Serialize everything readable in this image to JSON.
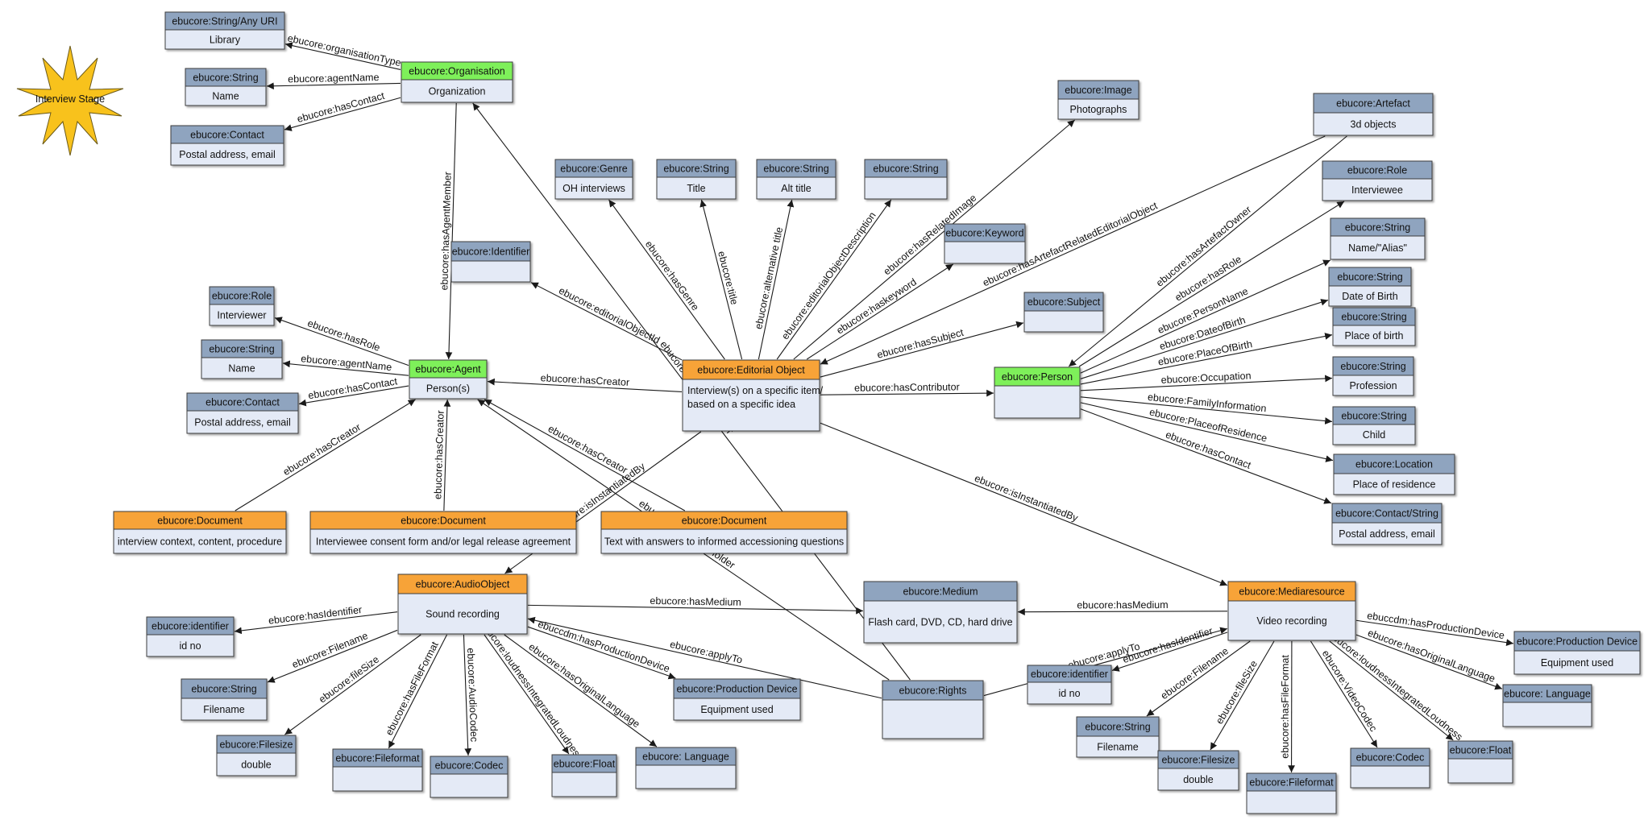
{
  "star": {
    "label": "Interview Stage"
  },
  "nodes": [
    {
      "id": "org",
      "title": "ebucore:Organisation",
      "body": "Organization",
      "kind": "green"
    },
    {
      "id": "agent",
      "title": "ebucore:Agent",
      "body": "Person(s)",
      "kind": "green"
    },
    {
      "id": "eo",
      "title": "ebucore:Editorial Object",
      "body": "Interview(s) on a specific item/\nbased on a specific idea",
      "kind": "orange"
    },
    {
      "id": "person",
      "title": "ebucore:Person",
      "body": "",
      "kind": "green"
    },
    {
      "id": "audio",
      "title": "ebucore:AudioObject",
      "body": "Sound recording",
      "kind": "orange"
    },
    {
      "id": "media",
      "title": "ebucore:Mediaresource",
      "body": "Video recording",
      "kind": "orange"
    },
    {
      "id": "medium",
      "title": "ebucore:Medium",
      "body": "Flash card, DVD, CD, hard drive",
      "kind": "blue"
    },
    {
      "id": "rights",
      "title": "ebucore:Rights",
      "body": "",
      "kind": "blue"
    },
    {
      "id": "doc1",
      "title": "ebucore:Document",
      "body": "interview context, content, procedure",
      "kind": "orange"
    },
    {
      "id": "doc2",
      "title": "ebucore:Document",
      "body": "Interviewee consent form and/or legal release agreement",
      "kind": "orange"
    },
    {
      "id": "doc3",
      "title": "ebucore:Document",
      "body": "Text with answers to informed accessioning questions",
      "kind": "orange"
    },
    {
      "id": "libr",
      "title": "ebucore:String/Any URI",
      "body": "Library",
      "kind": "blue"
    },
    {
      "id": "orgname",
      "title": "ebucore:String",
      "body": "Name",
      "kind": "blue"
    },
    {
      "id": "orgcontact",
      "title": "ebucore:Contact",
      "body": "Postal address, email",
      "kind": "blue"
    },
    {
      "id": "agrole",
      "title": "ebucore:Role",
      "body": "Interviewer",
      "kind": "blue"
    },
    {
      "id": "agname",
      "title": "ebucore:String",
      "body": "Name",
      "kind": "blue"
    },
    {
      "id": "agcontact",
      "title": "ebucore:Contact",
      "body": "Postal address, email",
      "kind": "blue"
    },
    {
      "id": "ident",
      "title": "ebucore:Identifier",
      "body": "",
      "kind": "blue"
    },
    {
      "id": "genre",
      "title": "ebucore:Genre",
      "body": "OH interviews",
      "kind": "blue"
    },
    {
      "id": "title",
      "title": "ebucore:String",
      "body": "Title",
      "kind": "blue"
    },
    {
      "id": "alttitle",
      "title": "ebucore:String",
      "body": "Alt title",
      "kind": "blue"
    },
    {
      "id": "descr",
      "title": "ebucore:String",
      "body": "",
      "kind": "blue"
    },
    {
      "id": "keyword",
      "title": "ebucore:Keyword",
      "body": "",
      "kind": "blue"
    },
    {
      "id": "image",
      "title": "ebucore:Image",
      "body": "Photographs",
      "kind": "blue"
    },
    {
      "id": "subject",
      "title": "ebucore:Subject",
      "body": "",
      "kind": "blue"
    },
    {
      "id": "artefact",
      "title": "ebucore:Artefact",
      "body": "3d objects",
      "kind": "blue"
    },
    {
      "id": "prole",
      "title": "ebucore:Role",
      "body": "Interviewee",
      "kind": "blue"
    },
    {
      "id": "pname",
      "title": "ebucore:String",
      "body": "Name/\"Alias\"",
      "kind": "blue"
    },
    {
      "id": "pdob",
      "title": "ebucore:String",
      "body": "Date of Birth",
      "kind": "blue"
    },
    {
      "id": "ppob",
      "title": "ebucore:String",
      "body": "Place of birth",
      "kind": "blue"
    },
    {
      "id": "pprof",
      "title": "ebucore:String",
      "body": "Profession",
      "kind": "blue"
    },
    {
      "id": "pchild",
      "title": "ebucore:String",
      "body": "Child",
      "kind": "blue"
    },
    {
      "id": "ploc",
      "title": "ebucore:Location",
      "body": "Place of residence",
      "kind": "blue"
    },
    {
      "id": "pcontact",
      "title": "ebucore:Contact/String",
      "body": "Postal address, email",
      "kind": "blue"
    },
    {
      "id": "aident",
      "title": "ebucore:identifier",
      "body": "id no",
      "kind": "blue"
    },
    {
      "id": "afname",
      "title": "ebucore:String",
      "body": "Filename",
      "kind": "blue"
    },
    {
      "id": "afsize",
      "title": "ebucore:Filesize",
      "body": "double",
      "kind": "blue"
    },
    {
      "id": "affmt",
      "title": "ebucore:Fileformat",
      "body": "",
      "kind": "blue"
    },
    {
      "id": "acodec",
      "title": "ebucore:Codec",
      "body": "",
      "kind": "blue"
    },
    {
      "id": "afloat",
      "title": "ebucore:Float",
      "body": "",
      "kind": "blue"
    },
    {
      "id": "alang",
      "title": "ebucore: Language",
      "body": "",
      "kind": "blue"
    },
    {
      "id": "aprod",
      "title": "ebucore:Production Device",
      "body": "Equipment used",
      "kind": "blue"
    },
    {
      "id": "mident",
      "title": "ebucore:identifier",
      "body": "id no",
      "kind": "blue"
    },
    {
      "id": "mfname",
      "title": "ebucore:String",
      "body": "Filename",
      "kind": "blue"
    },
    {
      "id": "mfsize",
      "title": "ebucore:Filesize",
      "body": "double",
      "kind": "blue"
    },
    {
      "id": "mfmt",
      "title": "ebucore:Fileformat",
      "body": "",
      "kind": "blue"
    },
    {
      "id": "mcodec",
      "title": "ebucore:Codec",
      "body": "",
      "kind": "blue"
    },
    {
      "id": "mfloat",
      "title": "ebucore:Float",
      "body": "",
      "kind": "blue"
    },
    {
      "id": "mlang",
      "title": "ebucore: Language",
      "body": "",
      "kind": "blue"
    },
    {
      "id": "mprod",
      "title": "ebucore:Production Device",
      "body": "Equipment used",
      "kind": "blue"
    }
  ],
  "edges": [
    {
      "from": "org",
      "to": "libr",
      "label": "ebucore:organisationType"
    },
    {
      "from": "org",
      "to": "orgname",
      "label": "ebucore:agentName"
    },
    {
      "from": "org",
      "to": "orgcontact",
      "label": "ebucore:hasContact"
    },
    {
      "from": "org",
      "to": "agent",
      "label": "ebucore:hasAgentMember"
    },
    {
      "from": "agent",
      "to": "agrole",
      "label": "ebucore:hasRole"
    },
    {
      "from": "agent",
      "to": "agname",
      "label": "ebucore:agentName"
    },
    {
      "from": "agent",
      "to": "agcontact",
      "label": "ebucore:hasContact"
    },
    {
      "from": "doc1",
      "to": "agent",
      "label": "ebucore:hasCreator"
    },
    {
      "from": "doc2",
      "to": "agent",
      "label": "ebucore:hasCreator"
    },
    {
      "from": "doc3",
      "to": "agent",
      "label": "ebucore:hasCreator"
    },
    {
      "from": "rights",
      "to": "agent",
      "label": "ebucore:hasRightsHolder"
    },
    {
      "from": "rights",
      "to": "org",
      "label": "ebucore:hasRightsHolder"
    },
    {
      "from": "eo",
      "to": "agent",
      "label": "ebucore:hasCreator"
    },
    {
      "from": "eo",
      "to": "ident",
      "label": "ebucore:editorialObjectId"
    },
    {
      "from": "eo",
      "to": "genre",
      "label": "ebucore:hasGenre"
    },
    {
      "from": "eo",
      "to": "title",
      "label": "ebucore:title"
    },
    {
      "from": "eo",
      "to": "alttitle",
      "label": "ebucore:alternative title"
    },
    {
      "from": "eo",
      "to": "descr",
      "label": "ebucore:editorialObjectDescription"
    },
    {
      "from": "eo",
      "to": "image",
      "label": "ebucore:hasRelatedImage"
    },
    {
      "from": "eo",
      "to": "keyword",
      "label": "ebucore:haskeyword"
    },
    {
      "from": "eo",
      "to": "subject",
      "label": "ebucore:hasSubject"
    },
    {
      "from": "artefact",
      "to": "eo",
      "label": "ebucore:hasArtefactRelatedEditorialObject"
    },
    {
      "from": "eo",
      "to": "person",
      "label": "ebucore:hasContributor"
    },
    {
      "from": "eo",
      "to": "audio",
      "label": "ebucore:isInstantiatedBy"
    },
    {
      "from": "eo",
      "to": "media",
      "label": "ebucore:isInstantiatedBy"
    },
    {
      "from": "artefact",
      "to": "person",
      "label": "ebucore:hasArtefactOwner"
    },
    {
      "from": "person",
      "to": "prole",
      "label": "ebucore:hasRole"
    },
    {
      "from": "person",
      "to": "pname",
      "label": "ebucore:PersonName"
    },
    {
      "from": "person",
      "to": "pdob",
      "label": "ebucore:DateofBirth"
    },
    {
      "from": "person",
      "to": "ppob",
      "label": "ebucore:PlaceOfBirth"
    },
    {
      "from": "person",
      "to": "pprof",
      "label": "ebucore:Occupation"
    },
    {
      "from": "person",
      "to": "pchild",
      "label": "ebucore:FamilyInformation"
    },
    {
      "from": "person",
      "to": "ploc",
      "label": "ebucore:PlaceofResidence"
    },
    {
      "from": "person",
      "to": "pcontact",
      "label": "ebucore:hasContact"
    },
    {
      "from": "audio",
      "to": "medium",
      "label": "ebucore:hasMedium"
    },
    {
      "from": "media",
      "to": "medium",
      "label": "ebucore:hasMedium"
    },
    {
      "from": "rights",
      "to": "audio",
      "label": "ebucore:applyTo"
    },
    {
      "from": "rights",
      "to": "media",
      "label": "ebucore:applyTo"
    },
    {
      "from": "audio",
      "to": "aident",
      "label": "ebucore:hasIdentifier"
    },
    {
      "from": "audio",
      "to": "afname",
      "label": "ebucore:Filename"
    },
    {
      "from": "audio",
      "to": "afsize",
      "label": "ebucore:fileSize"
    },
    {
      "from": "audio",
      "to": "affmt",
      "label": "ebucore:hasFileFormat"
    },
    {
      "from": "audio",
      "to": "acodec",
      "label": "ebucore:AudioCodec"
    },
    {
      "from": "audio",
      "to": "afloat",
      "label": "ebucore:loudnessIntegratedLoudness"
    },
    {
      "from": "audio",
      "to": "alang",
      "label": "ebucore:hasOriginalLanguage"
    },
    {
      "from": "audio",
      "to": "aprod",
      "label": "ebuccdm:hasProductionDevice"
    },
    {
      "from": "media",
      "to": "mident",
      "label": "ebucore:hasIdentifier"
    },
    {
      "from": "media",
      "to": "mfname",
      "label": "ebucore:Filename"
    },
    {
      "from": "media",
      "to": "mfsize",
      "label": "ebucore:fileSize"
    },
    {
      "from": "media",
      "to": "mfmt",
      "label": "ebucore:hasFileFormat"
    },
    {
      "from": "media",
      "to": "mcodec",
      "label": "ebucore:VideoCodec"
    },
    {
      "from": "media",
      "to": "mfloat",
      "label": "ebucore:loudnessIntegratedLoudness"
    },
    {
      "from": "media",
      "to": "mlang",
      "label": "ebucore:hasOriginalLanguage"
    },
    {
      "from": "media",
      "to": "mprod",
      "label": "ebuccdm:hasProductionDevice"
    }
  ],
  "colors": {
    "green_header": "#7ef05a",
    "orange_header": "#f7a338",
    "blue_header": "#8fa4bf",
    "box_body": "#e4eaf6",
    "star_fill": "#f8c21c",
    "edge": "#1a1a1a"
  }
}
